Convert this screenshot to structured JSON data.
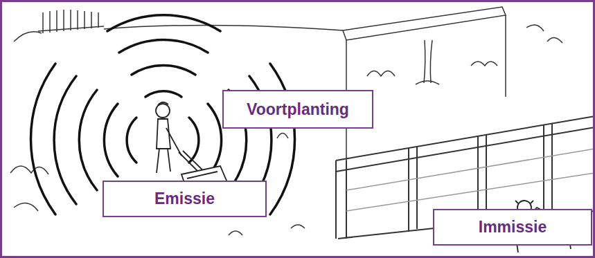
{
  "diagram": {
    "nodes": [
      {
        "text": [
          "Voortplanting"
        ]
      },
      {
        "text": [
          "Emissie"
        ]
      },
      {
        "text": [
          "Immissie"
        ]
      }
    ]
  }
}
